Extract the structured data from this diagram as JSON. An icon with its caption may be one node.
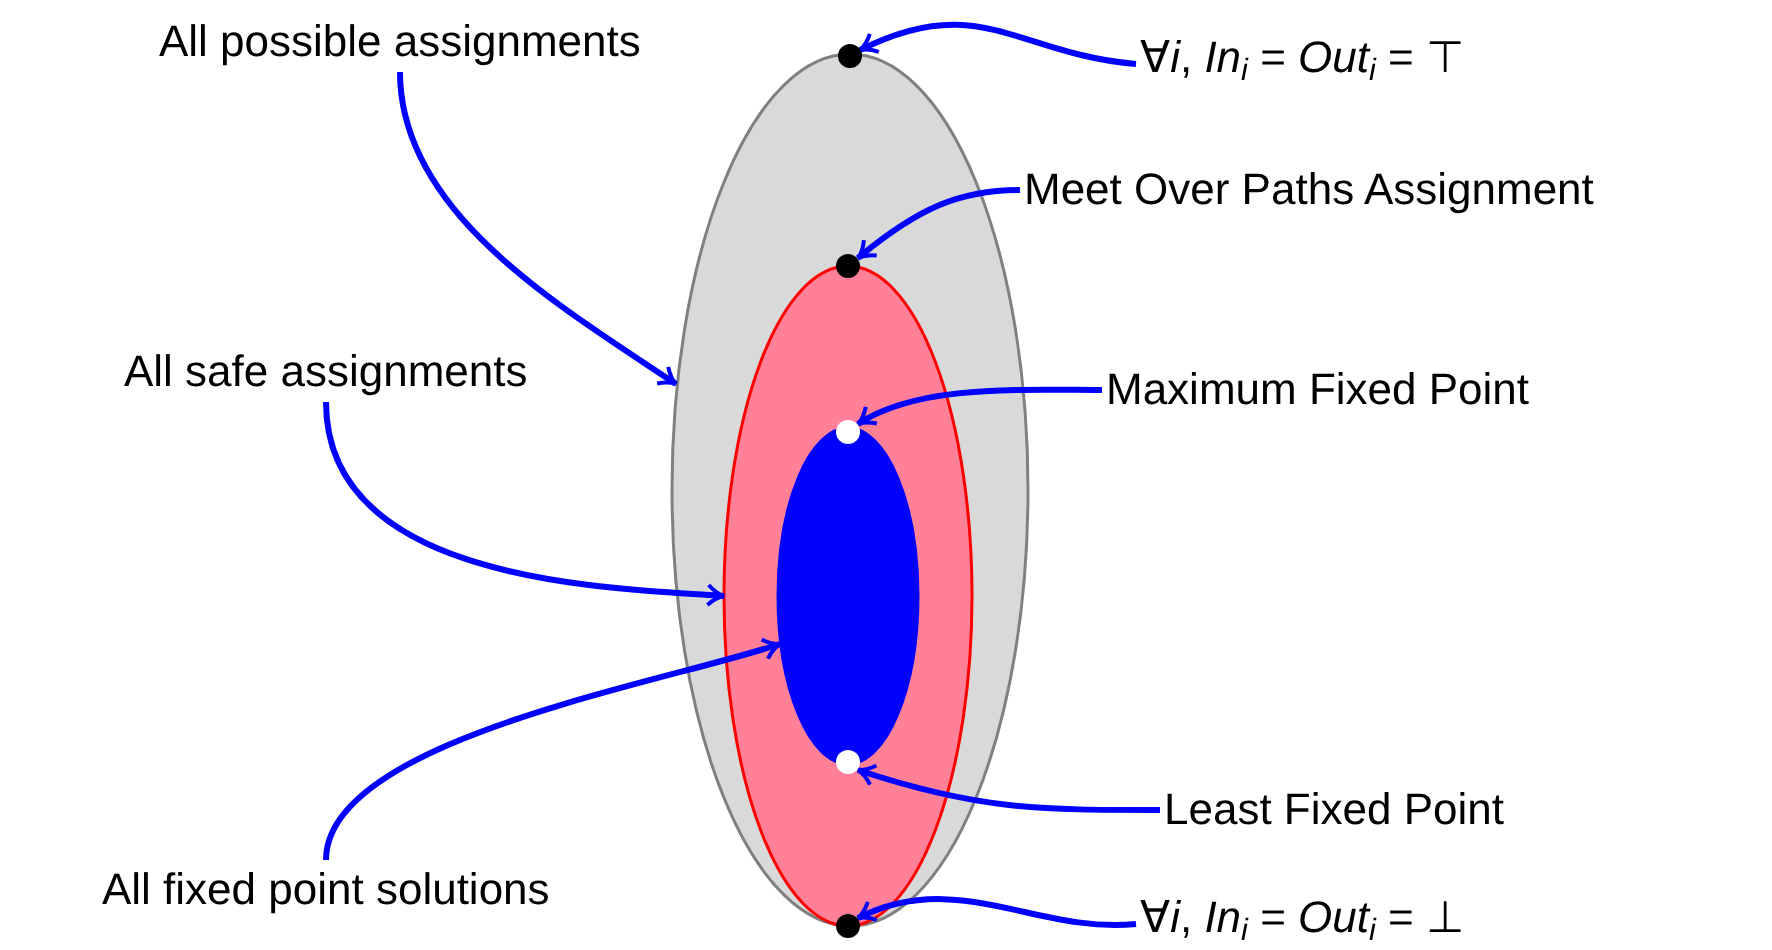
{
  "diagram": {
    "nodes": [
      {
        "text": [],
        "shape": "ellipse"
      },
      {
        "text": [],
        "shape": "ellipse",
        "in": 0
      },
      {
        "text": [],
        "shape": "ellipse",
        "in": 1
      },
      {
        "text": [],
        "shape": "circle"
      },
      {
        "text": [],
        "shape": "circle",
        "in": 0
      },
      {
        "text": [],
        "shape": "circle",
        "in": 1
      },
      {
        "text": [],
        "shape": "circle",
        "in": 1
      },
      {
        "text": [],
        "shape": "circle"
      },
      {
        "text": [
          "All possible assignments"
        ]
      },
      {
        "text": [
          "All safe assignments"
        ]
      },
      {
        "text": [
          "All fixed point solutions"
        ]
      },
      {
        "text": [
          "∀*i*, *In*$_{i}$ = *Out*$_{i}$ = ⊤"
        ]
      },
      {
        "text": [
          "Meet Over Paths Assignment"
        ]
      },
      {
        "text": [
          "Maximum Fixed Point"
        ]
      },
      {
        "text": [
          "Least Fixed Point"
        ]
      },
      {
        "text": [
          "∀*i*, *In*$_{i}$ = *Out*$_{i}$ = ⊥"
        ]
      }
    ],
    "edges": [
      {
        "from": 8,
        "to": 0,
        "arrow": "to"
      },
      {
        "from": 9,
        "to": 1,
        "arrow": "to"
      },
      {
        "from": 10,
        "to": 2,
        "arrow": "to"
      },
      {
        "from": 11,
        "to": 3,
        "arrow": "to"
      },
      {
        "from": 12,
        "to": 4,
        "arrow": "to"
      },
      {
        "from": 13,
        "to": 5,
        "arrow": "to"
      },
      {
        "from": 14,
        "to": 6,
        "arrow": "to"
      },
      {
        "from": 15,
        "to": 7,
        "arrow": "to"
      }
    ]
  }
}
